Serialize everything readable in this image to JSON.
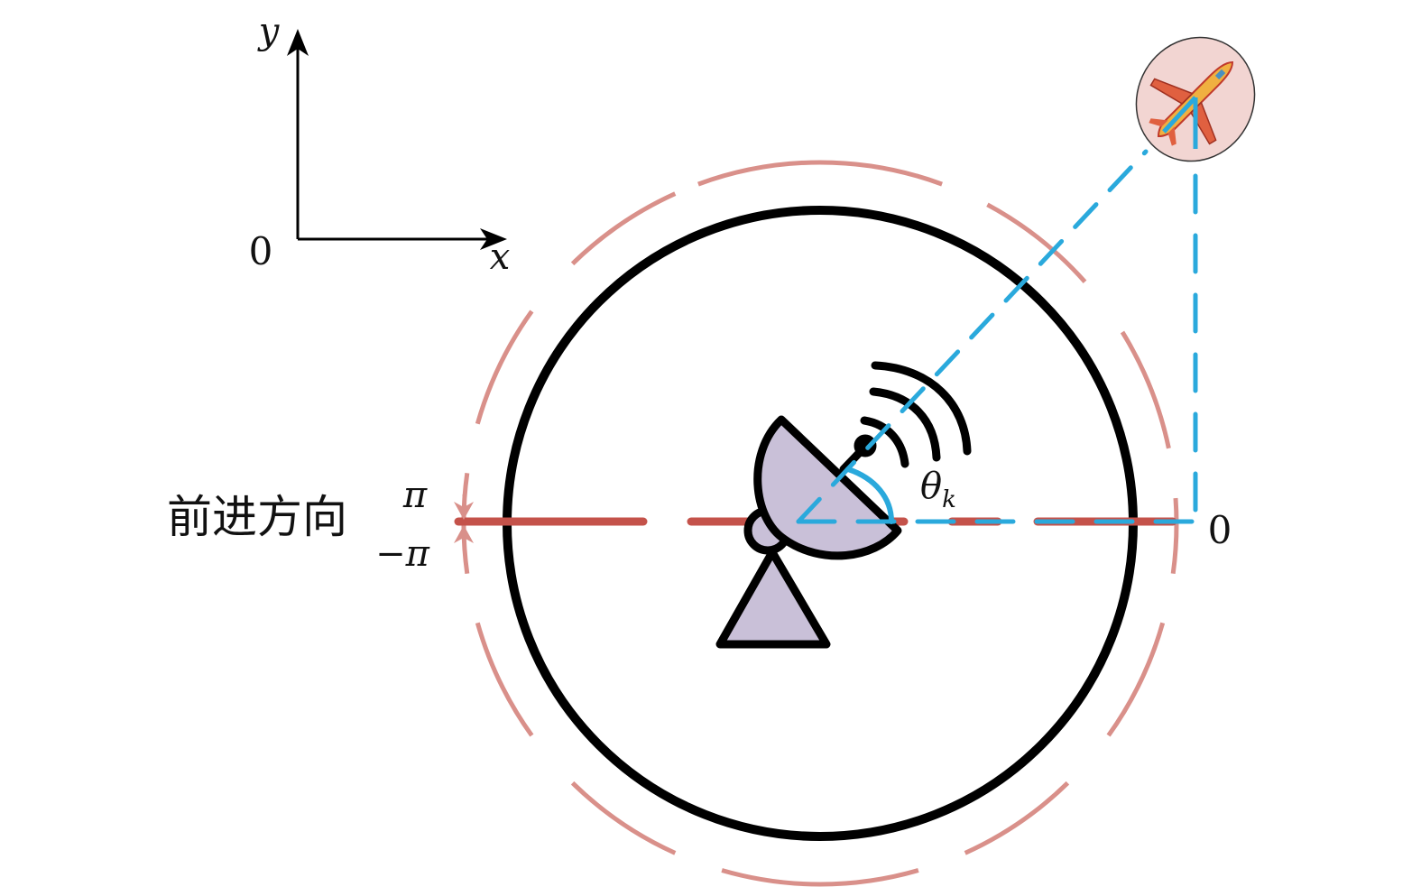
{
  "labels": {
    "axis_y": "y",
    "axis_x": "x",
    "origin": "0",
    "forward_direction": "前进方向",
    "pi": "π",
    "minus_pi": "−π",
    "theta": "θ",
    "theta_sub": "k",
    "zero_angle": "0"
  },
  "icons": {
    "radar": "radar-dish-icon",
    "aircraft": "airplane-icon"
  },
  "colors": {
    "outline": "#000000",
    "radar_fill": "#c9c0d8",
    "heading_line": "#c4524a",
    "dashed_ring": "#d9908a",
    "target_line": "#2aa9dc",
    "aircraft_bg": "#f2d5d2"
  }
}
